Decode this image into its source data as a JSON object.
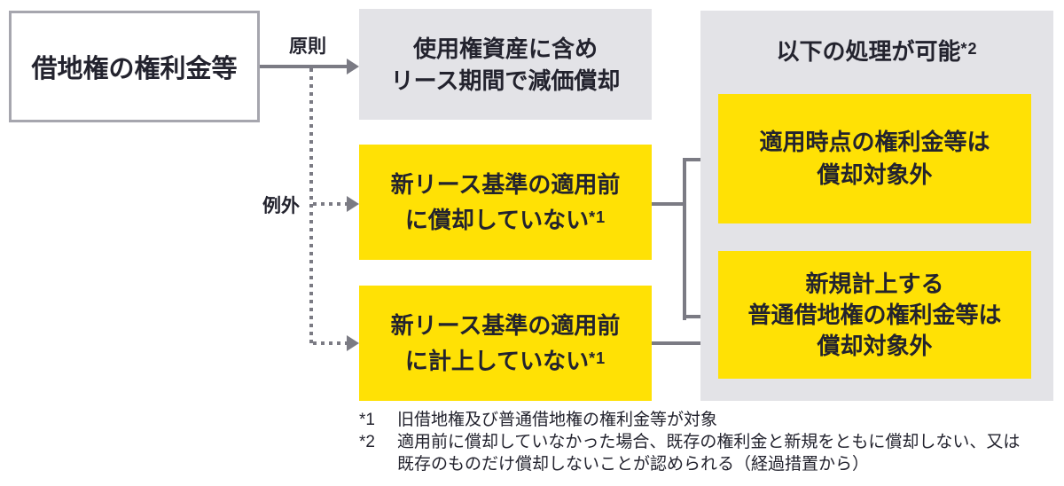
{
  "colors": {
    "yellow": "#ffe105",
    "gray_box": "#e3e3e7",
    "line_gray": "#7b7b84",
    "text_ink": "#23232e",
    "source_border": "#a6a6ae"
  },
  "nodes": {
    "source": {
      "label": "借地権の権利金等"
    },
    "principle": {
      "line1": "使用権資産に含め",
      "line2": "リース期間で減価償却"
    },
    "exception1": {
      "line1": "新リース基準の適用前",
      "line2": "に償却していない",
      "sup": "*1"
    },
    "exception2": {
      "line1": "新リース基準の適用前",
      "line2": "に計上していない",
      "sup": "*1"
    },
    "results": {
      "title": "以下の処理が可能",
      "title_sup": "*2"
    },
    "result1": {
      "line1": "適用時点の権利金等は",
      "line2": "償却対象外"
    },
    "result2": {
      "line1": "新規計上する",
      "line2": "普通借地権の権利金等は",
      "line3": "償却対象外"
    }
  },
  "edges": {
    "principle_label": "原則",
    "exception_label": "例外"
  },
  "footnotes": [
    {
      "marker": "*1",
      "text": "旧借地権及び普通借地権の権利金等が対象"
    },
    {
      "marker": "*2",
      "text": "適用前に償却していなかった場合、既存の権利金と新規をともに償却しない、又は\n既存のものだけ償却しないことが認められる（経過措置から）"
    }
  ]
}
